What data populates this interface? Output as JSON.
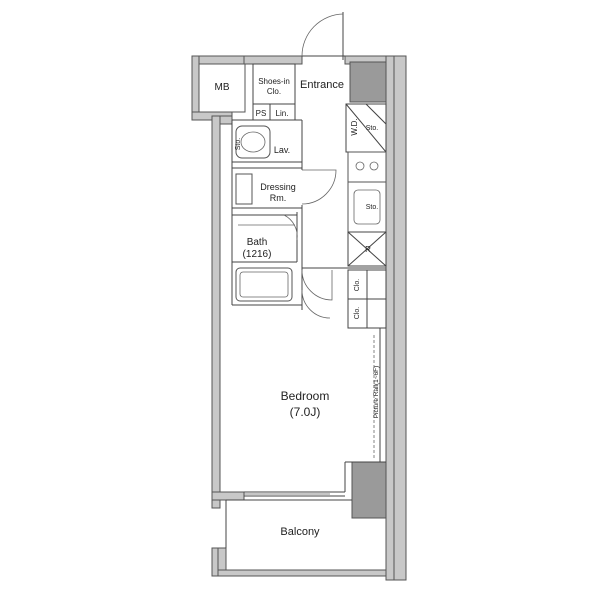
{
  "rooms": {
    "mb": "MB",
    "shoes_in": "Shoes-in",
    "shoes_clo": "Clo.",
    "entrance": "Entrance",
    "ps": "PS",
    "lin": "Lin.",
    "wd": "W.D.",
    "sto_top": "Sto.",
    "sto_lav": "Sto.",
    "lav": "Lav.",
    "dressing_1": "Dressing",
    "dressing_2": "Rm.",
    "sto_kitchen": "Sto.",
    "fridge": "R",
    "bath_1": "Bath",
    "bath_2": "(1216)",
    "clo_1": "Clo.",
    "clo_2": "Clo.",
    "picture_rail": "Picture Rail(1~6F)",
    "bedroom_1": "Bedroom",
    "bedroom_2": "(7.0J)",
    "balcony": "Balcony"
  }
}
